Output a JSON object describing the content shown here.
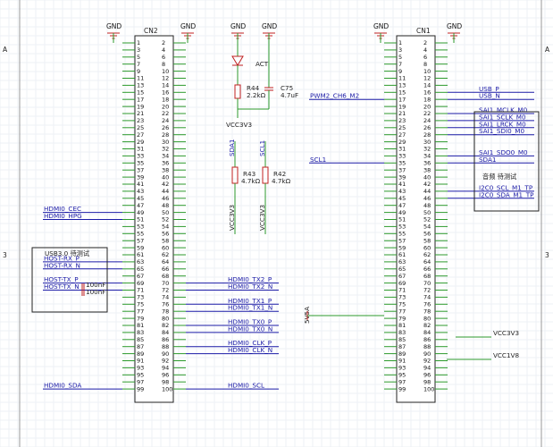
{
  "connector_left": {
    "ref": "CN2"
  },
  "connector_right": {
    "ref": "CN1"
  },
  "gnd_label": "GND",
  "left_pins_odd": [
    "1",
    "3",
    "5",
    "7",
    "9",
    "11",
    "13",
    "15",
    "17",
    "19",
    "21",
    "23",
    "25",
    "27",
    "29",
    "31",
    "33",
    "35",
    "37",
    "39",
    "41",
    "43",
    "45",
    "47",
    "49",
    "51",
    "53",
    "55",
    "57",
    "59",
    "61",
    "63",
    "65",
    "67",
    "69",
    "71",
    "73",
    "75",
    "77",
    "79",
    "81",
    "83",
    "85",
    "87",
    "89",
    "91",
    "93",
    "95",
    "97",
    "99"
  ],
  "left_pins_even": [
    "2",
    "4",
    "6",
    "8",
    "10",
    "12",
    "14",
    "16",
    "18",
    "20",
    "22",
    "24",
    "26",
    "28",
    "30",
    "32",
    "34",
    "36",
    "38",
    "40",
    "42",
    "44",
    "46",
    "48",
    "50",
    "52",
    "54",
    "56",
    "58",
    "60",
    "62",
    "64",
    "66",
    "68",
    "70",
    "72",
    "74",
    "76",
    "78",
    "80",
    "82",
    "84",
    "86",
    "88",
    "90",
    "92",
    "94",
    "96",
    "98",
    "100"
  ],
  "left_nets": [
    {
      "label": "HDMI0_CEC",
      "pin": "49"
    },
    {
      "label": "HDMI0_HPG",
      "pin": "51"
    },
    {
      "label": "HOST-RX_P",
      "pin": "63"
    },
    {
      "label": "HOST-RX_N",
      "pin": "65"
    },
    {
      "label": "HOST-TX_P",
      "pin": "69"
    },
    {
      "label": "HOST-TX_N",
      "pin": "71"
    },
    {
      "label": "HDMI0_SDA",
      "pin": "99"
    }
  ],
  "middle_nets": [
    {
      "label": "HDMI0_TX2_P",
      "pin": "70"
    },
    {
      "label": "HDMI0_TX2_N",
      "pin": "72"
    },
    {
      "label": "HDMI0_TX1_P",
      "pin": "76"
    },
    {
      "label": "HDMI0_TX1_N",
      "pin": "78"
    },
    {
      "label": "HDMI0_TX0_P",
      "pin": "82"
    },
    {
      "label": "HDMI0_TX0_N",
      "pin": "84"
    },
    {
      "label": "HDMI0_CLK_P",
      "pin": "88"
    },
    {
      "label": "HDMI0_CLK_N",
      "pin": "90"
    },
    {
      "label": "HDMI0_SCL",
      "pin": "100"
    }
  ],
  "usb_box": {
    "title": "USB3.0 待测试",
    "cap1": "100nF",
    "cap2": "100nF"
  },
  "led": {
    "label": "ACT"
  },
  "resistors": {
    "r44": {
      "ref": "R44",
      "value": "2.2kΩ"
    },
    "c75": {
      "ref": "C75",
      "value": "4.7uF"
    },
    "r43": {
      "ref": "R43",
      "value": "4.7kΩ"
    },
    "r42": {
      "ref": "R42",
      "value": "4.7kΩ"
    }
  },
  "power": {
    "vcc3v3": "VCC3V3",
    "vcc1v8": "VCC1V8",
    "v5": "5V5A"
  },
  "pullup_nets": {
    "sda": "SDA1",
    "scl": "SCL1"
  },
  "right_nets": [
    {
      "label": "PWM2_CH6_M2",
      "pin": "17"
    },
    {
      "label": "SCL1",
      "pin": "35"
    },
    {
      "label": "USB_P",
      "pin": "16"
    },
    {
      "label": "USB_N",
      "pin": "18"
    },
    {
      "label": "SAI1_MCLK_M0",
      "pin": "22"
    },
    {
      "label": "SAI1_SCLK_M0",
      "pin": "24"
    },
    {
      "label": "SAI1_LRCK_M0",
      "pin": "26"
    },
    {
      "label": "SAI1_SDI0_M0",
      "pin": "28"
    },
    {
      "label": "SAI1_SDO0_M0",
      "pin": "34"
    },
    {
      "label": "SDA1",
      "pin": "36"
    },
    {
      "label": "I2C0_SCL_M1_TP",
      "pin": "44"
    },
    {
      "label": "I2C0_SDA_M1_TP",
      "pin": "46"
    }
  ],
  "audio_box": {
    "title": "音频 待测试"
  },
  "border_marks": {
    "a": "A",
    "num": "3"
  }
}
